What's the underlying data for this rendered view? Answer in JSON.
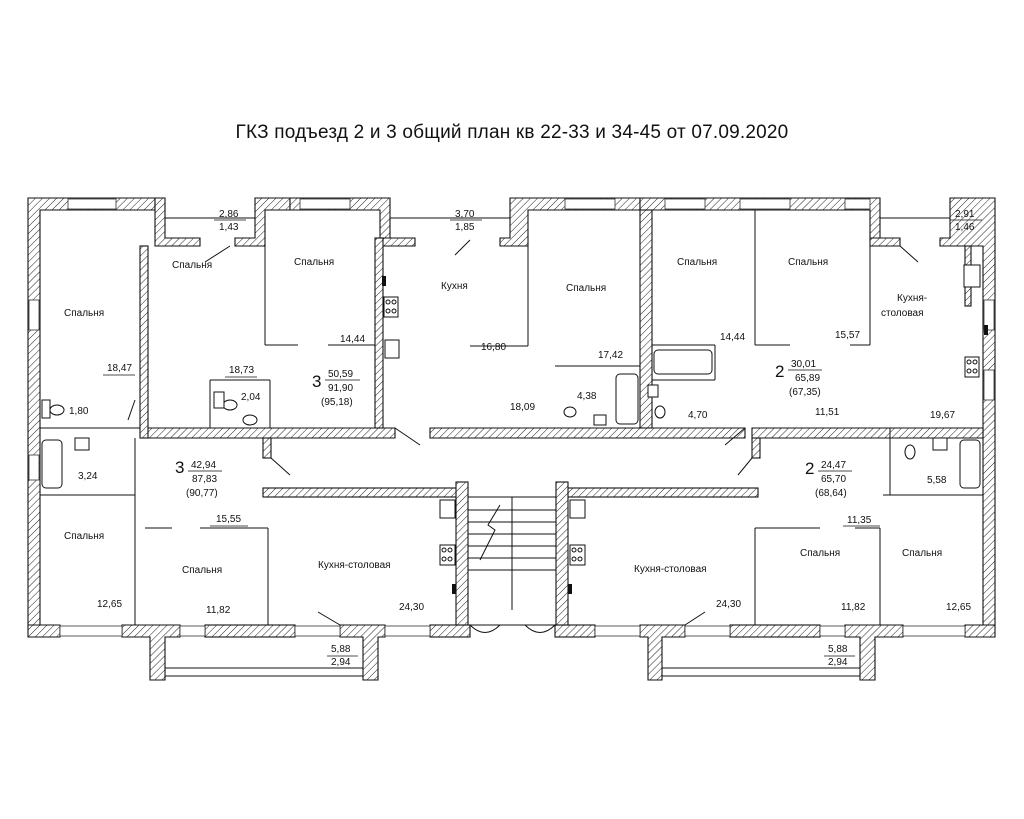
{
  "title": "ГКЗ подъезд 2 и 3 общий план кв 22-33 и 34-45 от 07.09.2020",
  "room_labels": {
    "bedroom": "Спальня",
    "kitchen": "Кухня",
    "kitchen_dining_split": [
      "Кухня-",
      "столовая"
    ],
    "kitchen_dining": "Кухня-столовая"
  },
  "areas": {
    "a_2_86": "2,86",
    "a_1_43": "1,43",
    "a_3_70": "3,70",
    "a_1_85": "1,85",
    "a_2_91": "2,91",
    "a_1_46": "1,46",
    "a_14_44_left": "14,44",
    "a_16_80": "16,80",
    "a_17_42": "17,42",
    "a_14_44_right": "14,44",
    "a_15_57": "15,57",
    "a_18_47": "18,47",
    "a_18_73": "18,73",
    "a_2_04": "2,04",
    "a_1_80": "1,80",
    "a_18_09": "18,09",
    "a_4_38": "4,38",
    "a_4_70": "4,70",
    "a_11_51": "11,51",
    "a_19_67": "19,67",
    "a_3_24": "3,24",
    "a_15_55": "15,55",
    "a_5_58": "5,58",
    "a_11_35": "11,35",
    "a_12_65_left": "12,65",
    "a_11_82_left": "11,82",
    "a_24_30_left": "24,30",
    "a_24_30_right": "24,30",
    "a_11_82_right": "11,82",
    "a_12_65_right": "12,65",
    "a_5_88_left": "5,88",
    "a_2_94_left": "2,94",
    "a_5_88_right": "5,88",
    "a_2_94_right": "2,94"
  },
  "apartments": [
    {
      "rooms": "3",
      "living": "50,59",
      "total": "91,90",
      "total_with_balcony": "(95,18)"
    },
    {
      "rooms": "2",
      "living": "30,01",
      "total": "65,89",
      "total_with_balcony": "(67,35)"
    },
    {
      "rooms": "3",
      "living": "42,94",
      "total": "87,83",
      "total_with_balcony": "(90,77)"
    },
    {
      "rooms": "2",
      "living": "24,47",
      "total": "65,70",
      "total_with_balcony": "(68,64)"
    }
  ]
}
